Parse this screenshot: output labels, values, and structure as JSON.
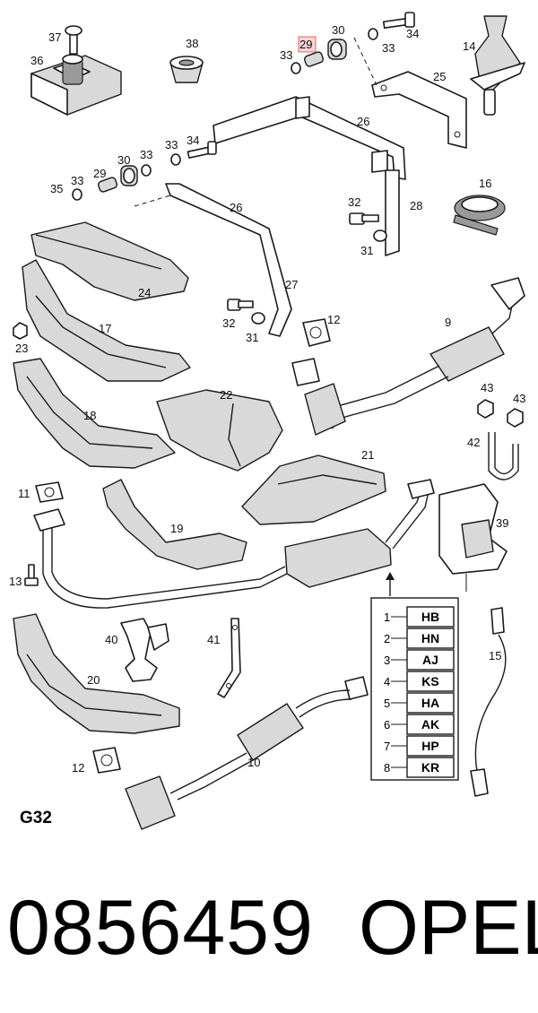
{
  "diagram": {
    "reference": "G32",
    "highlighted_callout": "29",
    "callouts": {
      "c36": "36",
      "c37": "37",
      "c38": "38",
      "c29": "29",
      "c30a": "30",
      "c33a": "33",
      "c33b": "33",
      "c34a": "34",
      "c14": "14",
      "c25": "25",
      "c26a": "26",
      "c33c": "33",
      "c34b": "34",
      "c35": "35",
      "c33d": "33",
      "c29b": "29",
      "c30b": "30",
      "c33e": "33",
      "c26b": "26",
      "c28": "28",
      "c32a": "32",
      "c31a": "31",
      "c16": "16",
      "c24": "24",
      "c27": "27",
      "c32b": "32",
      "c31b": "31",
      "c12a": "12",
      "c9": "9",
      "c17": "17",
      "c23": "23",
      "c22": "22",
      "c43a": "43",
      "c43b": "43",
      "c18": "18",
      "c42": "42",
      "c21": "21",
      "c11": "11",
      "c39": "39",
      "c19": "19",
      "c13": "13",
      "c40": "40",
      "c41": "41",
      "c15": "15",
      "c20": "20",
      "c10": "10",
      "c12b": "12"
    },
    "variant_codes": [
      {
        "index": "1",
        "code": "HB"
      },
      {
        "index": "2",
        "code": "HN"
      },
      {
        "index": "3",
        "code": "AJ"
      },
      {
        "index": "4",
        "code": "KS"
      },
      {
        "index": "5",
        "code": "HA"
      },
      {
        "index": "6",
        "code": "AK"
      },
      {
        "index": "7",
        "code": "HP"
      },
      {
        "index": "8",
        "code": "KR"
      }
    ]
  },
  "footer": {
    "part_number": "0856459",
    "brand": "OPEL"
  }
}
